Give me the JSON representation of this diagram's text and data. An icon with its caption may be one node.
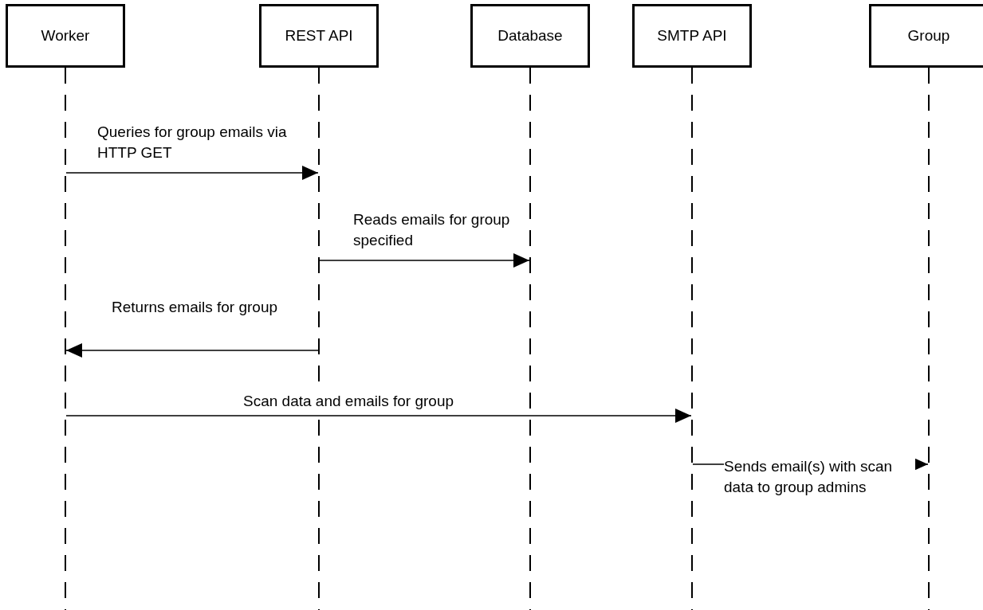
{
  "diagram": {
    "nodes": [
      {
        "text": [
          "Worker"
        ]
      },
      {
        "text": [
          "REST API"
        ]
      },
      {
        "text": [
          "Database"
        ]
      },
      {
        "text": [
          "SMTP API"
        ]
      },
      {
        "text": [
          "Group"
        ]
      },
      {
        "text": [],
        "shape": "line"
      },
      {
        "text": [],
        "shape": "line"
      },
      {
        "text": [],
        "shape": "line"
      },
      {
        "text": [],
        "shape": "line"
      },
      {
        "text": [],
        "shape": "line"
      }
    ],
    "edges": [
      {
        "from": 5,
        "to": 6,
        "arrow": "to",
        "label": "Queries for group emails via HTTP GET"
      },
      {
        "from": 6,
        "to": 7,
        "arrow": "to",
        "label": "Reads emails for group specified"
      },
      {
        "from": 6,
        "to": 5,
        "arrow": "to",
        "label": "Returns emails for group"
      },
      {
        "from": 5,
        "to": 8,
        "arrow": "to",
        "label": "Scan data and emails for group"
      },
      {
        "from": 8,
        "to": 9,
        "arrow": "to",
        "label": "Sends email(s) with scan data to group admins"
      }
    ]
  }
}
